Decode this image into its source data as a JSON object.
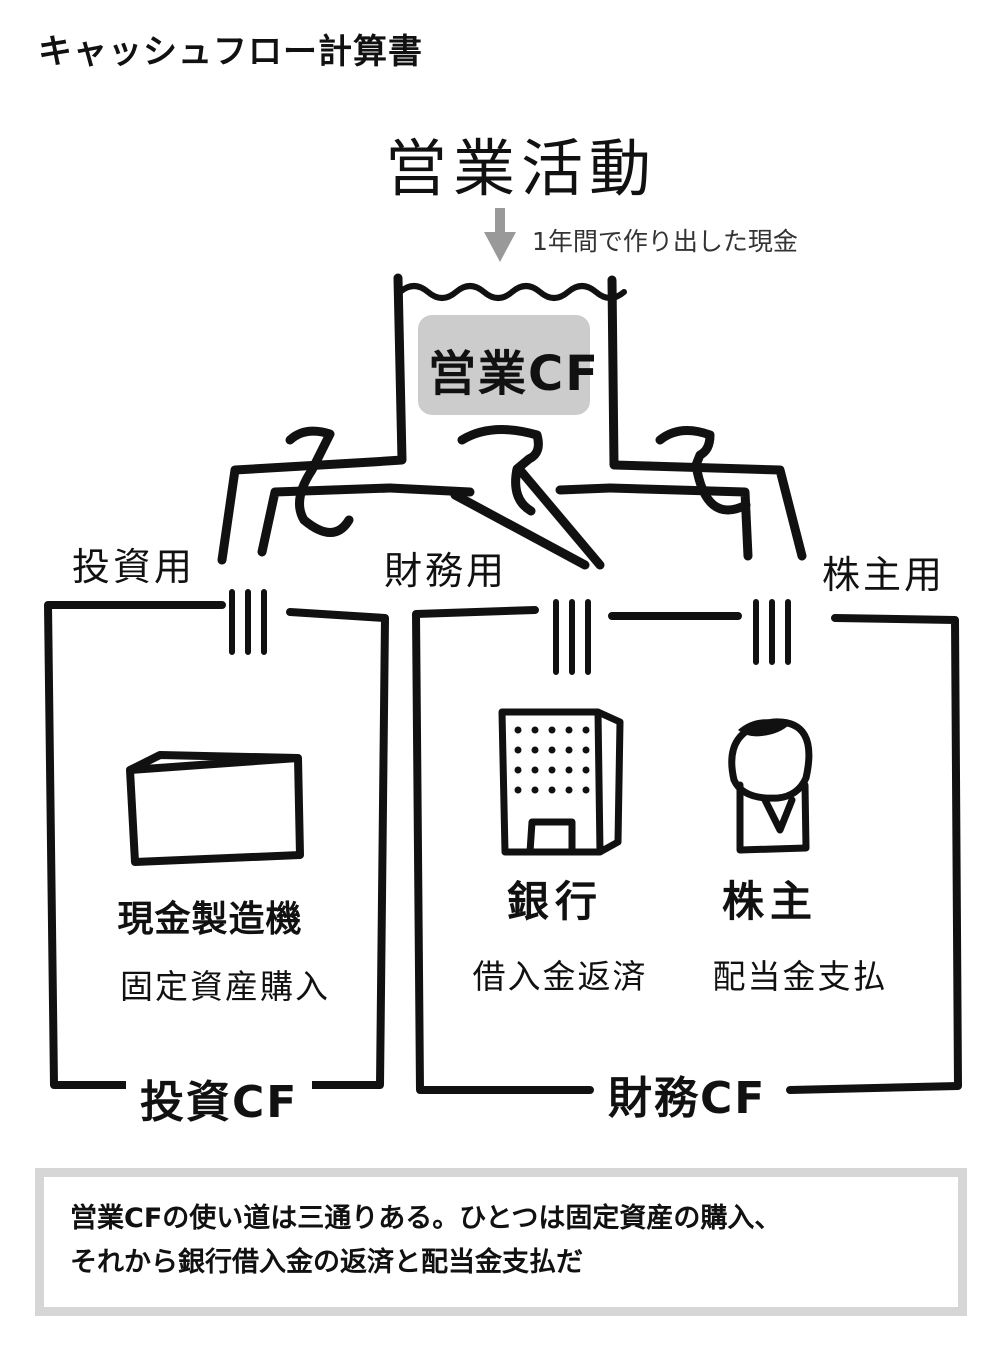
{
  "title": "キャッシュフロー計算書",
  "operating": {
    "activity": "営業活動",
    "note": "1年間で作り出した現金",
    "tank_label": "営業CF"
  },
  "taps": {
    "investment": "投資用",
    "financial": "財務用",
    "shareholder": "株主用"
  },
  "investment_box": {
    "item": "現金製造機",
    "sub": "固定資産購入",
    "title": "投資CF"
  },
  "financial_box": {
    "bank": "銀行",
    "bank_sub": "借入金返済",
    "shareholder": "株主",
    "shareholder_sub": "配当金支払",
    "title": "財務CF"
  },
  "caption": {
    "line1": "営業CFの使い道は三通りある。ひとつは固定資産の購入、",
    "line2": "それから銀行借入金の返済と配当金支払だ"
  },
  "colors": {
    "ink": "#111111",
    "tank_label_bg": "#cccccc",
    "arrow": "#999999",
    "caption_frame": "#d6d6d6"
  }
}
